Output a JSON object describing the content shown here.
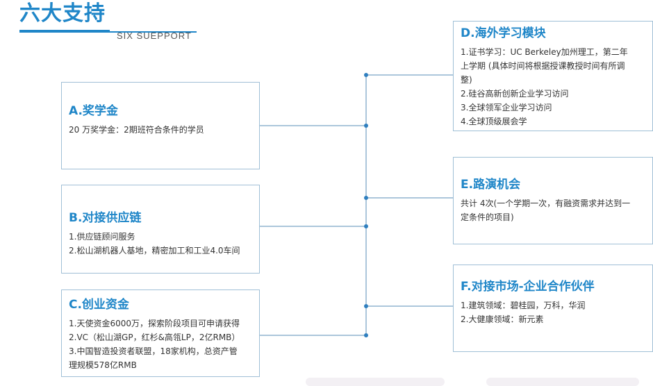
{
  "header": {
    "title": "六大支持",
    "subtitle": "SIX SUEPPORT"
  },
  "colors": {
    "accent": "#1f86c8",
    "box_border": "#9fbfd6",
    "connector": "#8fb4cf",
    "node": "#2f7fbf"
  },
  "boxes": {
    "a": {
      "title": "A.奖学金",
      "lines": [
        "20 万奖学金：2期班符合条件的学员"
      ]
    },
    "b": {
      "title": "B.对接供应链",
      "lines": [
        "1.供应链顾问服务",
        "2.松山湖机器人基地，精密加工和工业4.0车间"
      ]
    },
    "c": {
      "title": "C.创业资金",
      "lines": [
        "1.天使资金6000万，探索阶段项目可申请获得",
        "2.VC（松山湖GP，红杉&高瓴LP，2亿RMB）",
        "3.中国智造投资者联盟，18家机构，总资产管",
        "理规模578亿RMB"
      ]
    },
    "d": {
      "title": "D.海外学习模块",
      "lines": [
        "1.证书学习：UC Berkeley加州理工，第二年",
        "上学期 (具体时间将根据授课教授时间有所调",
        "整)",
        "2.硅谷高新创新企业学习访问",
        "3.全球领军企业学习访问",
        "4.全球顶级展会学"
      ]
    },
    "e": {
      "title": "E.路演机会",
      "lines": [
        "共计 4次(一个学期一次，有融资需求并达到一",
        "定条件的项目)"
      ]
    },
    "f": {
      "title": "F.对接市场-企业合作伙伴",
      "lines": [
        "1.建筑领域：碧桂园，万科，华润",
        "2.大健康领域：新元素"
      ]
    }
  }
}
